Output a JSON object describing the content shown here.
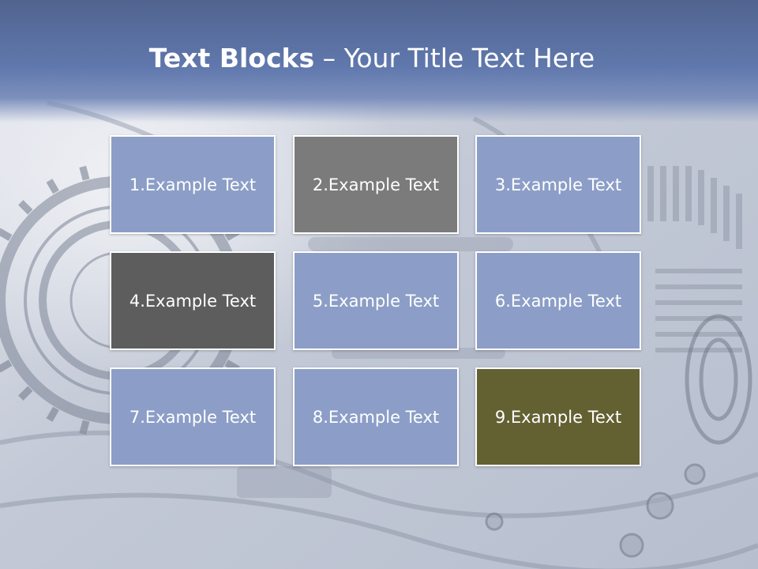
{
  "slide": {
    "title_bold": "Text Blocks",
    "title_rest": " – Your Title Text Here"
  },
  "blocks": [
    {
      "label": "1.Example Text",
      "color": "#8c9ec7"
    },
    {
      "label": "2.Example Text",
      "color": "#7b7b7b"
    },
    {
      "label": "3.Example Text",
      "color": "#8c9ec7"
    },
    {
      "label": "4.Example Text",
      "color": "#5d5d5d"
    },
    {
      "label": "5.Example Text",
      "color": "#8c9ec7"
    },
    {
      "label": "6.Example Text",
      "color": "#8c9ec7"
    },
    {
      "label": "7.Example Text",
      "color": "#8c9ec7"
    },
    {
      "label": "8.Example Text",
      "color": "#8c9ec7"
    },
    {
      "label": "9.Example Text",
      "color": "#636032"
    }
  ],
  "background": {
    "image": "gearbox-mechanism-photo"
  }
}
